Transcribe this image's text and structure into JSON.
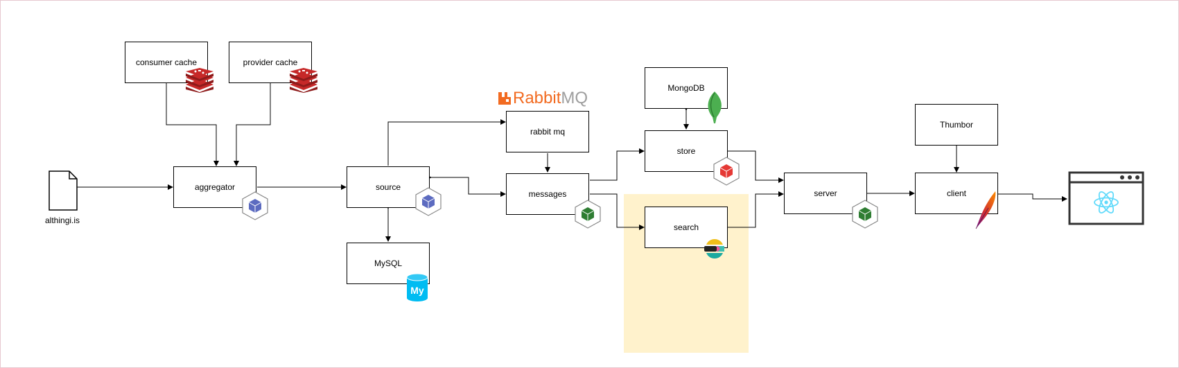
{
  "nodes": {
    "consumer_cache": "consumer cache",
    "provider_cache": "provider cache",
    "aggregator": "aggregator",
    "source": "source",
    "mysql": "MySQL",
    "rabbit_mq": "rabbit mq",
    "messages": "messages",
    "mongodb": "MongoDB",
    "store": "store",
    "search": "search",
    "server": "server",
    "thumbor": "Thumbor",
    "client": "client",
    "althingi": "althingi.is"
  },
  "logos": {
    "rabbitmq_brand": "Rabbit",
    "rabbitmq_brand_suffix": "MQ",
    "mysql_badge": "My"
  },
  "colors": {
    "highlight": "#fff2cc",
    "redis": "#c62828",
    "rabbit_orange": "#f26b21",
    "cube_blue": "#5c6bc0",
    "cube_green": "#2e7d32",
    "cube_red": "#e53935",
    "mysql_blue": "#00bcf2",
    "mongo_green": "#4caf50",
    "react_cyan": "#61dafb"
  },
  "icons": [
    "document-icon",
    "redis-icon",
    "cube-icon",
    "rabbitmq-logo",
    "mysql-icon",
    "mongodb-leaf-icon",
    "elasticsearch-icon",
    "apache-feather-icon",
    "browser-react-icon"
  ]
}
